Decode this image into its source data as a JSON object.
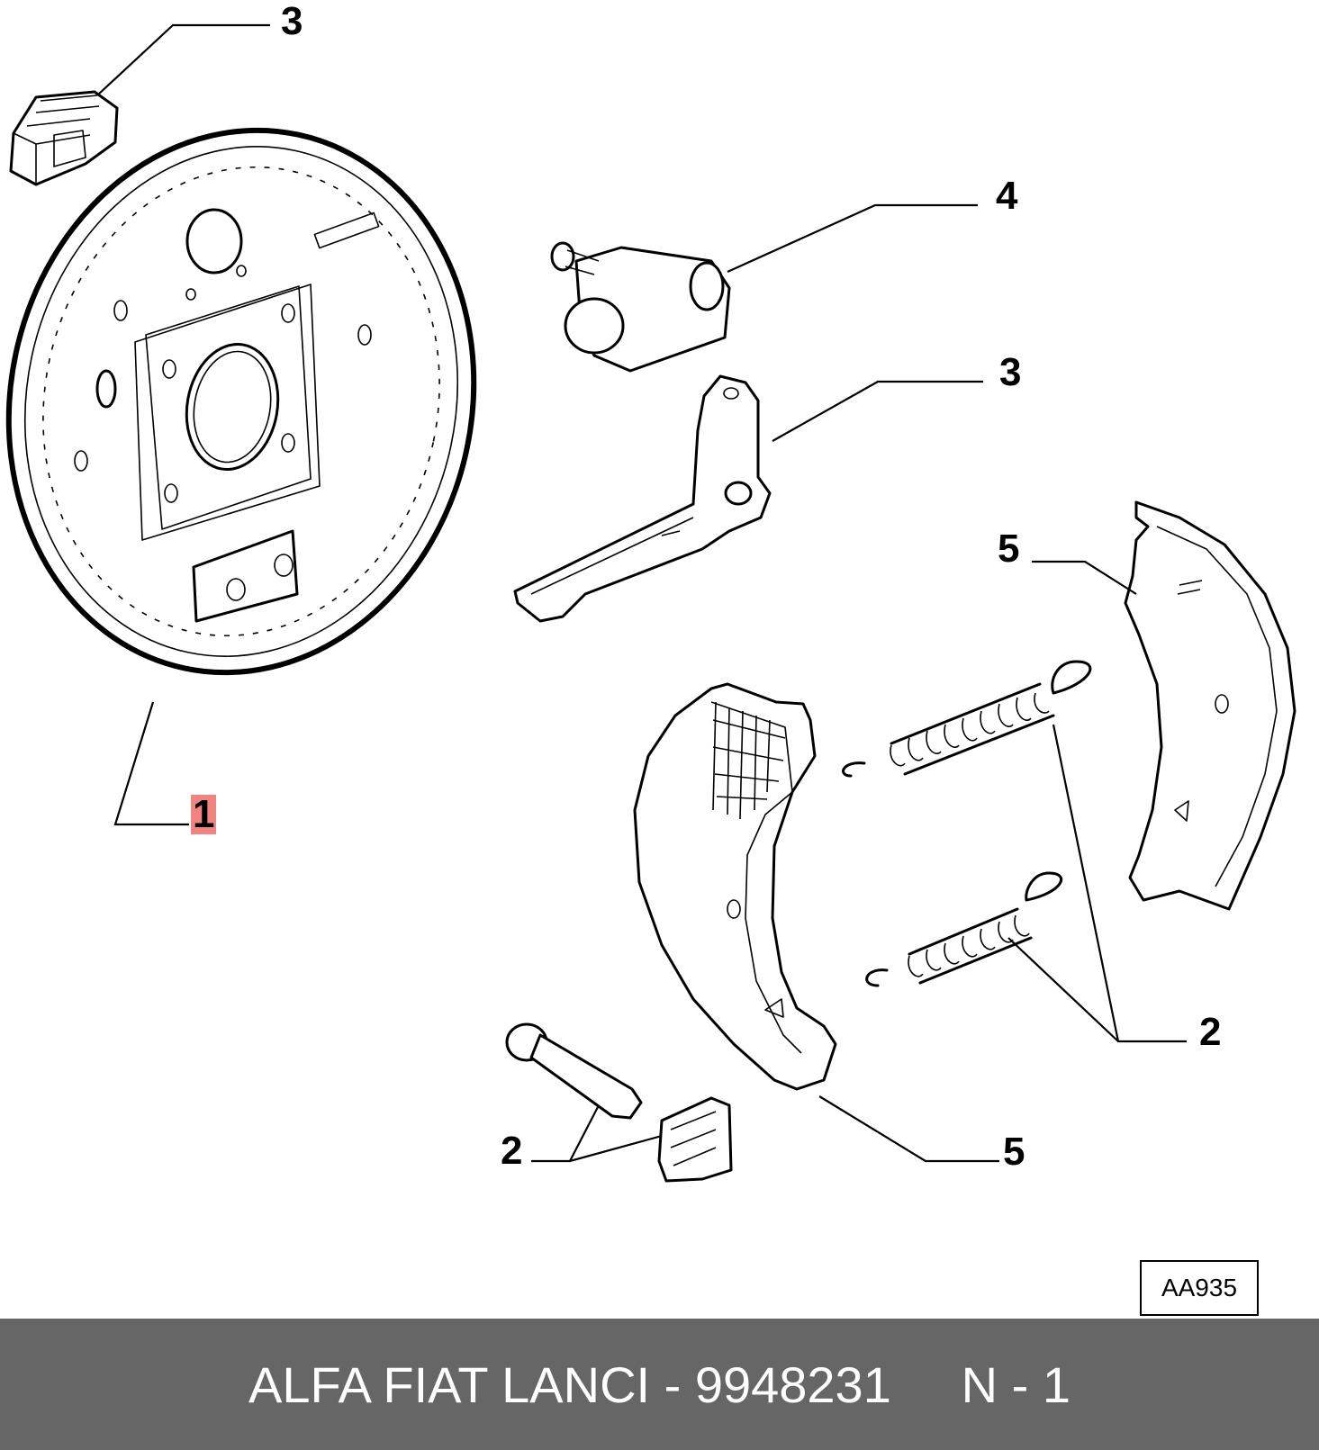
{
  "diagram": {
    "callouts": [
      {
        "id": "c3-clip",
        "label": "3"
      },
      {
        "id": "c4-cylinder",
        "label": "4"
      },
      {
        "id": "c3-lever",
        "label": "3"
      },
      {
        "id": "c5-right-shoe",
        "label": "5"
      },
      {
        "id": "c1-backplate",
        "label": "1"
      },
      {
        "id": "c2-springs",
        "label": "2"
      },
      {
        "id": "c2-pin",
        "label": "2"
      },
      {
        "id": "c5-left-shoe",
        "label": "5"
      }
    ],
    "reference_code": "AA935"
  },
  "footer": {
    "text": "ALFA FIAT LANCI - 9948231     N - 1"
  }
}
